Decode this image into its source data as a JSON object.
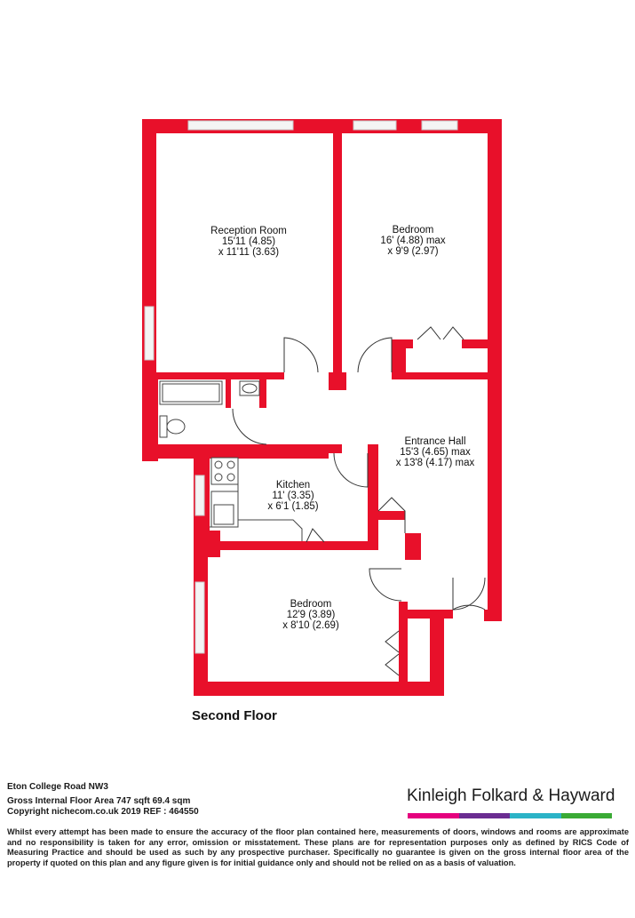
{
  "floor_title": "Second Floor",
  "rooms": {
    "reception": {
      "name": "Reception Room",
      "dim1": "15'11 (4.85)",
      "dim2": "x 11'11 (3.63)"
    },
    "bedroom1": {
      "name": "Bedroom",
      "dim1": "16' (4.88) max",
      "dim2": "x 9'9 (2.97)"
    },
    "hall": {
      "name": "Entrance Hall",
      "dim1": "15'3 (4.65) max",
      "dim2": "x 13'8 (4.17) max"
    },
    "kitchen": {
      "name": "Kitchen",
      "dim1": "11' (3.35)",
      "dim2": "x 6'1 (1.85)"
    },
    "bedroom2": {
      "name": "Bedroom",
      "dim1": "12'9 (3.89)",
      "dim2": "x 8'10 (2.69)"
    }
  },
  "footer": {
    "address": "Eton College Road NW3",
    "area": "Gross Internal Floor Area 747 sqft 69.4 sqm",
    "copyright": "Copyright nichecom.co.uk 2019 REF : 464550",
    "disclaimer": "Whilst every attempt has been made to ensure the accuracy of the floor plan contained here, measurements of doors, windows and rooms are approximate and no responsibility is taken for any error, omission or misstatement.  These plans are for representation purposes only as defined by RICS Code of Measuring Practice and should be used as such by any prospective purchaser.  Specifically no guarantee is given on the gross internal floor area of the property if quoted on this plan and any figure given is for initial guidance only and should not be relied on as a basis of valuation."
  },
  "brand": {
    "name": "Kinleigh Folkard & Hayward",
    "colors": [
      "#e5007e",
      "#6a2c91",
      "#2bb3c7",
      "#3aaa35"
    ]
  },
  "colors": {
    "wall": "#e8102a",
    "window": "#f4f4f4",
    "fixture_line": "#444444"
  }
}
